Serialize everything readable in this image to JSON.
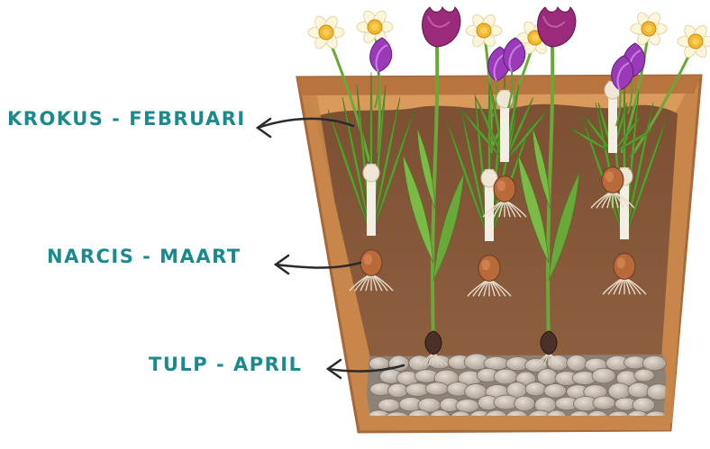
{
  "labels": {
    "krokus": "KROKUS - FEBRUARI",
    "narcis": "NARCIS - MAART",
    "tulp": "TULP - APRIL"
  },
  "colors": {
    "label": "#1a8a8c",
    "pot": "#c8864a",
    "pot_edge": "#a8683a",
    "soil": "#8a5a3a",
    "gravel": "#b8ada2",
    "leaf": "#6aa83a",
    "crocus": "#9a3ab8",
    "tulip": "#9a2a7a",
    "daffodil_petal": "#fdf6d8",
    "daffodil_cup": "#f2b830"
  },
  "icons": [
    "crocus-flower-icon",
    "tulip-flower-icon",
    "daffodil-flower-icon",
    "bulb-icon",
    "arrow-icon"
  ]
}
